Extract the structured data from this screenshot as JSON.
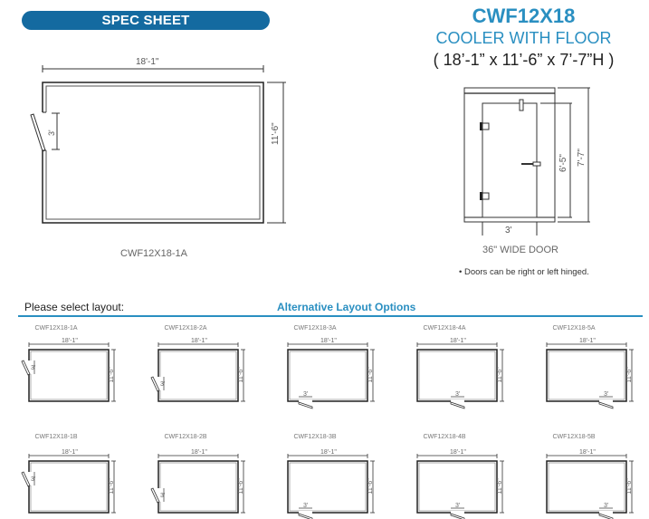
{
  "header": {
    "badge_label": "SPEC SHEET",
    "model": "CWF12X18",
    "subtitle": "COOLER WITH FLOOR",
    "dimensions": "( 18’-1” x 11’-6” x 7’-7”H )"
  },
  "floor_plan": {
    "width_label": "18'-1\"",
    "depth_label": "11'-6\"",
    "door_label": "3'",
    "caption": "CWF12X18-1A"
  },
  "door_elevation": {
    "door_height_label": "6'-5\"",
    "total_height_label": "7'-7\"",
    "door_width_label": "3'",
    "caption": "36\" WIDE DOOR",
    "note": "Doors can be right or left hinged."
  },
  "layouts": {
    "select_label": "Please select layout:",
    "alt_label": "Alternative Layout Options",
    "width_label": "18'-1\"",
    "depth_label": "11'-6\"",
    "door_label": "3'",
    "items": [
      {
        "code": "CWF12X18-1A",
        "door": "left-upper"
      },
      {
        "code": "CWF12X18-2A",
        "door": "left-lower"
      },
      {
        "code": "CWF12X18-3A",
        "door": "bottom-left"
      },
      {
        "code": "CWF12X18-4A",
        "door": "bottom-center"
      },
      {
        "code": "CWF12X18-5A",
        "door": "bottom-right"
      },
      {
        "code": "CWF12X18-1B",
        "door": "left-upper"
      },
      {
        "code": "CWF12X18-2B",
        "door": "left-lower"
      },
      {
        "code": "CWF12X18-3B",
        "door": "bottom-left"
      },
      {
        "code": "CWF12X18-4B",
        "door": "bottom-center"
      },
      {
        "code": "CWF12X18-5B",
        "door": "bottom-right"
      }
    ]
  },
  "colors": {
    "accent": "#146aa0",
    "title": "#2a8fc1"
  }
}
